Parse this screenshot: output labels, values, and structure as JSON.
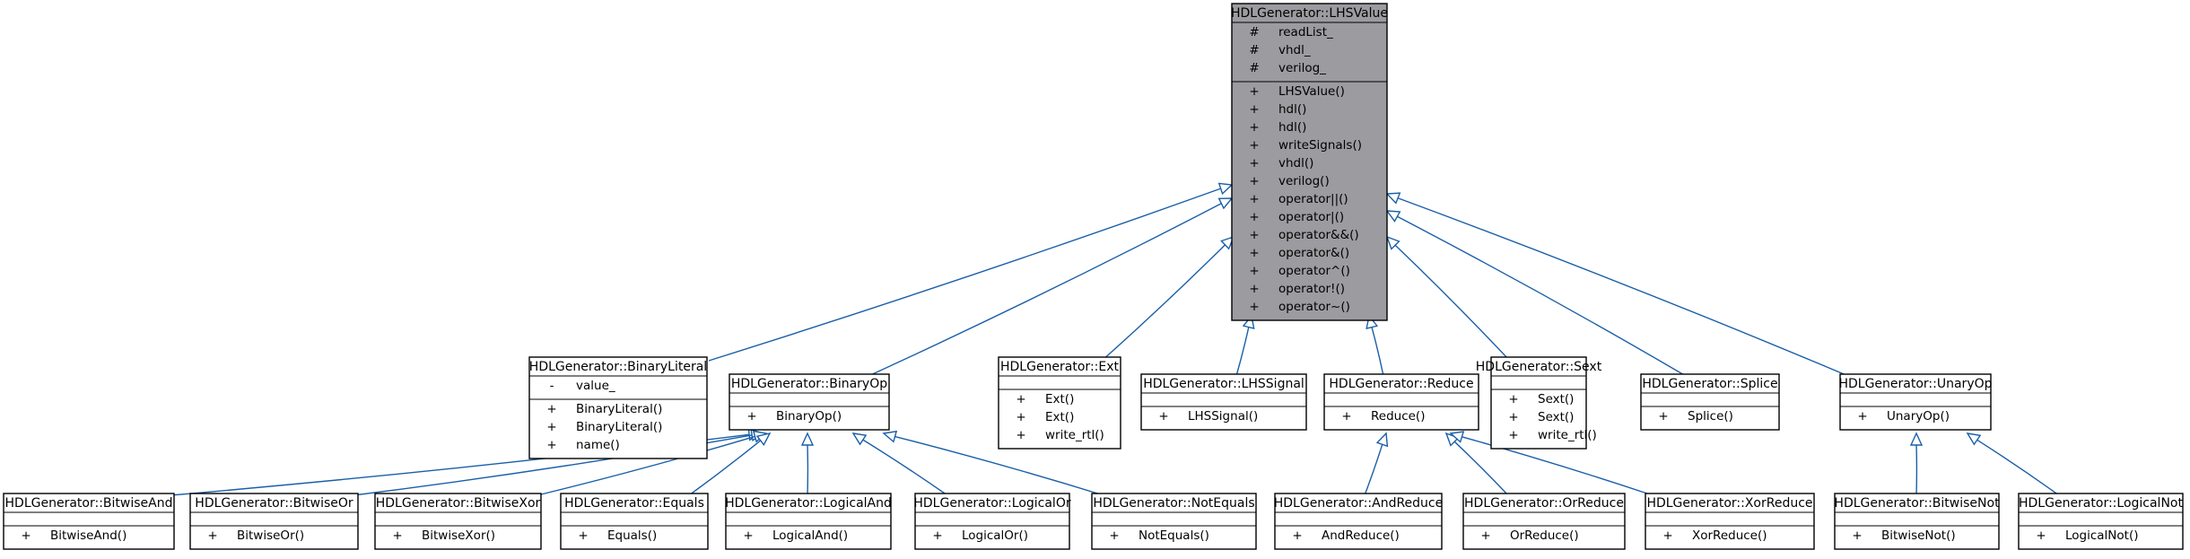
{
  "colors": {
    "root_fill": "#9c9ca0",
    "class_fill": "#ffffff",
    "border": "#000000",
    "edge": "#1a5fa8"
  },
  "classes": [
    {
      "id": "lhsvalue",
      "name": "HDLGenerator::LHSValue",
      "highlight": true,
      "attributes": [
        {
          "vis": "#",
          "name": "readList_"
        },
        {
          "vis": "#",
          "name": "vhdl_"
        },
        {
          "vis": "#",
          "name": "verilog_"
        }
      ],
      "methods": [
        {
          "vis": "+",
          "name": "LHSValue()"
        },
        {
          "vis": "+",
          "name": "hdl()"
        },
        {
          "vis": "+",
          "name": "hdl()"
        },
        {
          "vis": "+",
          "name": "writeSignals()"
        },
        {
          "vis": "+",
          "name": "vhdl()"
        },
        {
          "vis": "+",
          "name": "verilog()"
        },
        {
          "vis": "+",
          "name": "operator||()"
        },
        {
          "vis": "+",
          "name": "operator|()"
        },
        {
          "vis": "+",
          "name": "operator&&()"
        },
        {
          "vis": "+",
          "name": "operator&()"
        },
        {
          "vis": "+",
          "name": "operator^()"
        },
        {
          "vis": "+",
          "name": "operator!()"
        },
        {
          "vis": "+",
          "name": "operator~()"
        }
      ]
    },
    {
      "id": "binaryliteral",
      "name": "HDLGenerator::BinaryLiteral",
      "attributes": [
        {
          "vis": "-",
          "name": "value_"
        }
      ],
      "methods": [
        {
          "vis": "+",
          "name": "BinaryLiteral()"
        },
        {
          "vis": "+",
          "name": "BinaryLiteral()"
        },
        {
          "vis": "+",
          "name": "name()"
        }
      ]
    },
    {
      "id": "binaryop",
      "name": "HDLGenerator::BinaryOp",
      "attributes": [],
      "methods": [
        {
          "vis": "+",
          "name": "BinaryOp()"
        }
      ]
    },
    {
      "id": "ext",
      "name": "HDLGenerator::Ext",
      "attributes": [],
      "methods": [
        {
          "vis": "+",
          "name": "Ext()"
        },
        {
          "vis": "+",
          "name": "Ext()"
        },
        {
          "vis": "+",
          "name": "write_rtl()"
        }
      ]
    },
    {
      "id": "lhssignal",
      "name": "HDLGenerator::LHSSignal",
      "attributes": [],
      "methods": [
        {
          "vis": "+",
          "name": "LHSSignal()"
        }
      ]
    },
    {
      "id": "reduce",
      "name": "HDLGenerator::Reduce",
      "attributes": [],
      "methods": [
        {
          "vis": "+",
          "name": "Reduce()"
        }
      ]
    },
    {
      "id": "sext",
      "name": "HDLGenerator::Sext",
      "attributes": [],
      "methods": [
        {
          "vis": "+",
          "name": "Sext()"
        },
        {
          "vis": "+",
          "name": "Sext()"
        },
        {
          "vis": "+",
          "name": "write_rtl()"
        }
      ]
    },
    {
      "id": "splice",
      "name": "HDLGenerator::Splice",
      "attributes": [],
      "methods": [
        {
          "vis": "+",
          "name": "Splice()"
        }
      ]
    },
    {
      "id": "unaryop",
      "name": "HDLGenerator::UnaryOp",
      "attributes": [],
      "methods": [
        {
          "vis": "+",
          "name": "UnaryOp()"
        }
      ]
    },
    {
      "id": "bitwiseand",
      "name": "HDLGenerator::BitwiseAnd",
      "attributes": [],
      "methods": [
        {
          "vis": "+",
          "name": "BitwiseAnd()"
        }
      ]
    },
    {
      "id": "bitwiseor",
      "name": "HDLGenerator::BitwiseOr",
      "attributes": [],
      "methods": [
        {
          "vis": "+",
          "name": "BitwiseOr()"
        }
      ]
    },
    {
      "id": "bitwisexor",
      "name": "HDLGenerator::BitwiseXor",
      "attributes": [],
      "methods": [
        {
          "vis": "+",
          "name": "BitwiseXor()"
        }
      ]
    },
    {
      "id": "equals",
      "name": "HDLGenerator::Equals",
      "attributes": [],
      "methods": [
        {
          "vis": "+",
          "name": "Equals()"
        }
      ]
    },
    {
      "id": "logicaland",
      "name": "HDLGenerator::LogicalAnd",
      "attributes": [],
      "methods": [
        {
          "vis": "+",
          "name": "LogicalAnd()"
        }
      ]
    },
    {
      "id": "logicalor",
      "name": "HDLGenerator::LogicalOr",
      "attributes": [],
      "methods": [
        {
          "vis": "+",
          "name": "LogicalOr()"
        }
      ]
    },
    {
      "id": "notequals",
      "name": "HDLGenerator::NotEquals",
      "attributes": [],
      "methods": [
        {
          "vis": "+",
          "name": "NotEquals()"
        }
      ]
    },
    {
      "id": "andreduce",
      "name": "HDLGenerator::AndReduce",
      "attributes": [],
      "methods": [
        {
          "vis": "+",
          "name": "AndReduce()"
        }
      ]
    },
    {
      "id": "orreduce",
      "name": "HDLGenerator::OrReduce",
      "attributes": [],
      "methods": [
        {
          "vis": "+",
          "name": "OrReduce()"
        }
      ]
    },
    {
      "id": "xorreduce",
      "name": "HDLGenerator::XorReduce",
      "attributes": [],
      "methods": [
        {
          "vis": "+",
          "name": "XorReduce()"
        }
      ]
    },
    {
      "id": "bitwisenot",
      "name": "HDLGenerator::BitwiseNot",
      "attributes": [],
      "methods": [
        {
          "vis": "+",
          "name": "BitwiseNot()"
        }
      ]
    },
    {
      "id": "logicalnot",
      "name": "HDLGenerator::LogicalNot",
      "attributes": [],
      "methods": [
        {
          "vis": "+",
          "name": "LogicalNot()"
        }
      ]
    }
  ],
  "inheritance": [
    {
      "child": "binaryliteral",
      "parent": "lhsvalue"
    },
    {
      "child": "binaryop",
      "parent": "lhsvalue"
    },
    {
      "child": "ext",
      "parent": "lhsvalue"
    },
    {
      "child": "lhssignal",
      "parent": "lhsvalue"
    },
    {
      "child": "reduce",
      "parent": "lhsvalue"
    },
    {
      "child": "sext",
      "parent": "lhsvalue"
    },
    {
      "child": "splice",
      "parent": "lhsvalue"
    },
    {
      "child": "unaryop",
      "parent": "lhsvalue"
    },
    {
      "child": "bitwiseand",
      "parent": "binaryop"
    },
    {
      "child": "bitwiseor",
      "parent": "binaryop"
    },
    {
      "child": "bitwisexor",
      "parent": "binaryop"
    },
    {
      "child": "equals",
      "parent": "binaryop"
    },
    {
      "child": "logicaland",
      "parent": "binaryop"
    },
    {
      "child": "logicalor",
      "parent": "binaryop"
    },
    {
      "child": "notequals",
      "parent": "binaryop"
    },
    {
      "child": "andreduce",
      "parent": "reduce"
    },
    {
      "child": "orreduce",
      "parent": "reduce"
    },
    {
      "child": "xorreduce",
      "parent": "reduce"
    },
    {
      "child": "bitwisenot",
      "parent": "unaryop"
    },
    {
      "child": "logicalnot",
      "parent": "unaryop"
    }
  ]
}
